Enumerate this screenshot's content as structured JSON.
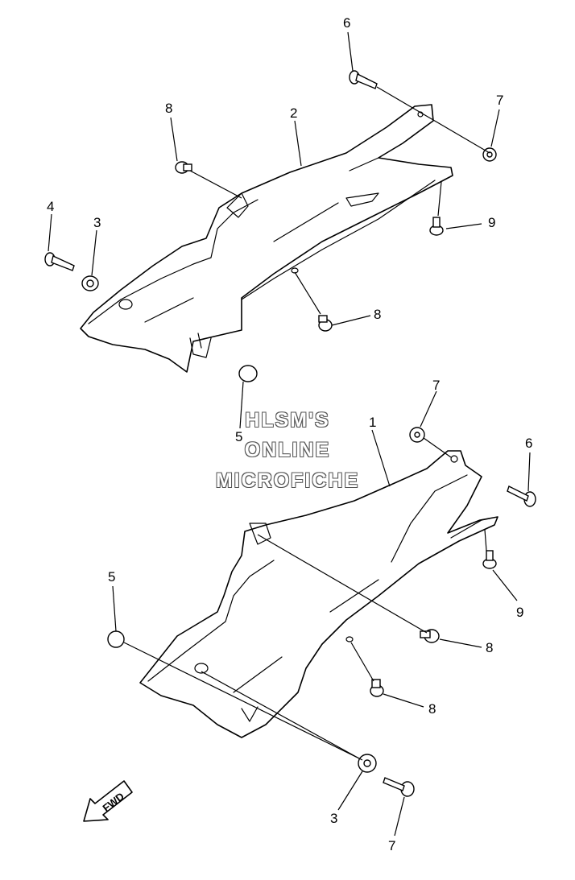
{
  "watermark": {
    "line1": "HLSM'S",
    "line2": "ONLINE",
    "line3": "MICROFICHE"
  },
  "callouts": {
    "c6_top": "6",
    "c7_top": "7",
    "c8_top": "8",
    "c2": "2",
    "c4": "4",
    "c3_top": "3",
    "c9_top": "9",
    "c8_mid": "8",
    "c5_top": "5",
    "c7_mid": "7",
    "c1": "1",
    "c6_mid": "6",
    "c9_bot": "9",
    "c5_bot": "5",
    "c8_bot1": "8",
    "c8_bot2": "8",
    "c3_bot": "3",
    "c7_bot": "7"
  },
  "fwd_label": "FWD"
}
